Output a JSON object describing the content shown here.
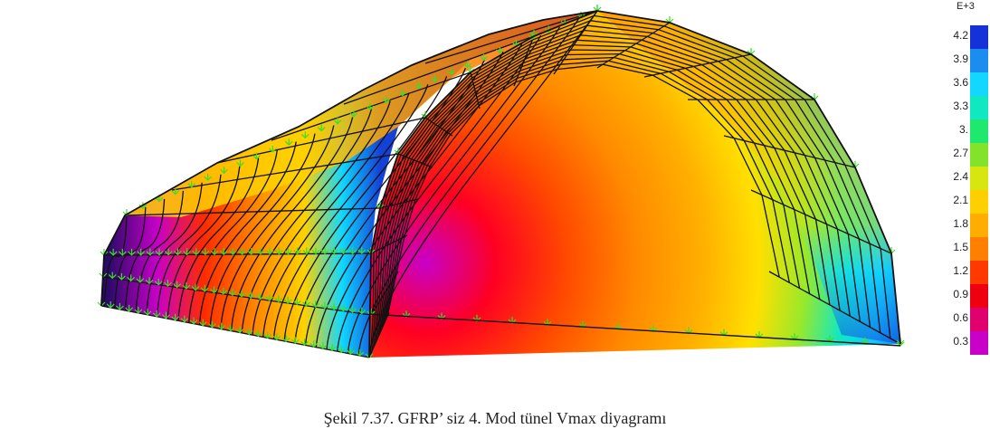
{
  "legend": {
    "title": "E+3",
    "labels": [
      "4.2",
      "3.9",
      "3.6",
      "3.3",
      "3.",
      "2.7",
      "2.4",
      "2.1",
      "1.8",
      "1.5",
      "1.2",
      "0.9",
      "0.6",
      "0.3"
    ],
    "colors": [
      "#1432d8",
      "#1b8cf0",
      "#12d8ff",
      "#10e8c2",
      "#1ee86e",
      "#82e32a",
      "#d7e60f",
      "#ffd000",
      "#ffad00",
      "#ff8000",
      "#ff3a00",
      "#ee0010",
      "#e0006e",
      "#c800c8"
    ]
  },
  "caption": "Şekil 7.37. GFRP’ siz 4. Mod tünel Vmax diyagramı"
}
